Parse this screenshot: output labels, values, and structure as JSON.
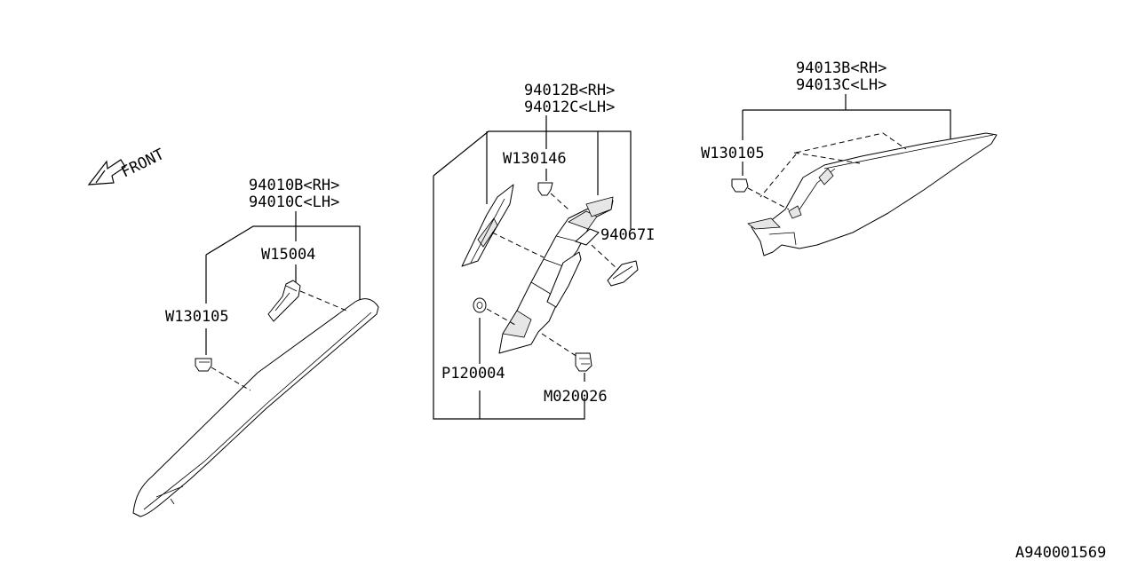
{
  "labels": {
    "front": "FRONT",
    "p94010b": "94010B<RH>",
    "p94010c": "94010C<LH>",
    "w15004": "W15004",
    "w130105_left": "W130105",
    "p94012b": "94012B<RH>",
    "p94012c": "94012C<LH>",
    "w130146": "W130146",
    "p94067i": "94067I",
    "p120004": "P120004",
    "m020026": "M020026",
    "p94013b": "94013B<RH>",
    "p94013c": "94013C<LH>",
    "w130105_right": "W130105",
    "diagram_id": "A940001569"
  }
}
